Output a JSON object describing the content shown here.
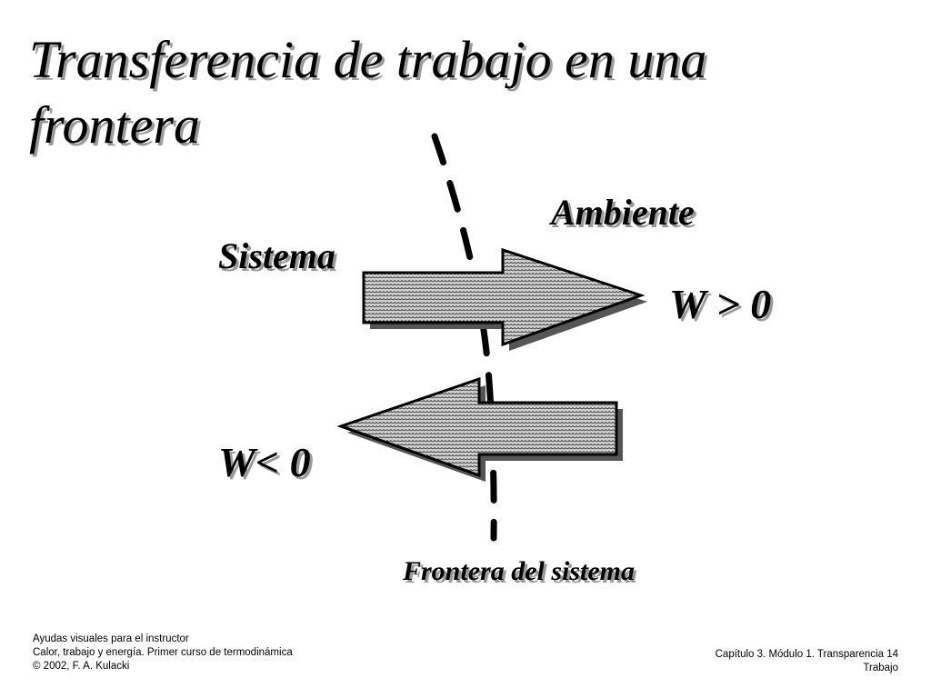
{
  "slide": {
    "title": "Transferencia de trabajo en una frontera",
    "labels": {
      "surroundings": "Ambiente",
      "system": "Sistema",
      "work_positive": "W > 0",
      "work_negative": "W< 0",
      "boundary": "Frontera del sistema"
    },
    "footer_left": [
      "Ayudas visuales para el instructor",
      "Calor, trabajo y energía. Primer curso de termodinámica",
      "© 2002, F. A. Kulacki"
    ],
    "footer_right": [
      "Capítulo 3.  Módulo 1. Transparencia 14",
      "Trabajo"
    ]
  },
  "colors": {
    "arrow_fill": "#d0d0d0",
    "arrow_shadow": "#555555",
    "text_shadow": "#9a9a9a",
    "boundary": "#000000"
  },
  "icons": {
    "arrow_out": "right-arrow-icon",
    "arrow_in": "left-arrow-icon"
  }
}
